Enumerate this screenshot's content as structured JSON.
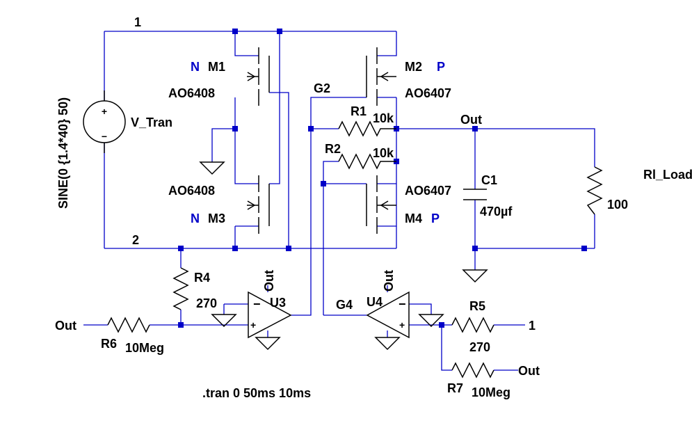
{
  "nets": {
    "n1": "1",
    "n2": "2",
    "g2": "G2",
    "g4": "G4",
    "out": "Out"
  },
  "source": {
    "name": "V_Tran",
    "value": "SINE(0 {1.4*40} 50)",
    "plus": "+",
    "minus": "−"
  },
  "mosfets": {
    "m1": {
      "name": "M1",
      "model": "AO6408",
      "type": "N"
    },
    "m2": {
      "name": "M2",
      "model": "AO6407",
      "type": "P"
    },
    "m3": {
      "name": "M3",
      "model": "AO6408",
      "type": "N"
    },
    "m4": {
      "name": "M4",
      "model": "AO6407",
      "type": "P"
    }
  },
  "resistors": {
    "r1": {
      "name": "R1",
      "value": "10k"
    },
    "r2": {
      "name": "R2",
      "value": "10k"
    },
    "r4": {
      "name": "R4",
      "value": "270"
    },
    "r5": {
      "name": "R5",
      "value": "270"
    },
    "r6": {
      "name": "R6",
      "value": "10Meg"
    },
    "r7": {
      "name": "R7",
      "value": "10Meg"
    },
    "rl": {
      "name": "Rl_Load",
      "value": "100"
    }
  },
  "capacitor": {
    "name": "C1",
    "value": "470µf"
  },
  "opamps": {
    "u3": {
      "name": "U3",
      "out_label": "Out",
      "minus": "−",
      "plus": "+"
    },
    "u4": {
      "name": "U4",
      "out_label": "Out",
      "minus": "−",
      "plus": "+"
    }
  },
  "port_labels": {
    "u3_in": "Out",
    "r5_end": "1",
    "r7_end": "Out"
  },
  "directive": ".tran 0 50ms 10ms",
  "colors": {
    "wire": "#0000c8",
    "component": "#000000",
    "label_blue": "#0000c8",
    "background": "#ffffff"
  }
}
